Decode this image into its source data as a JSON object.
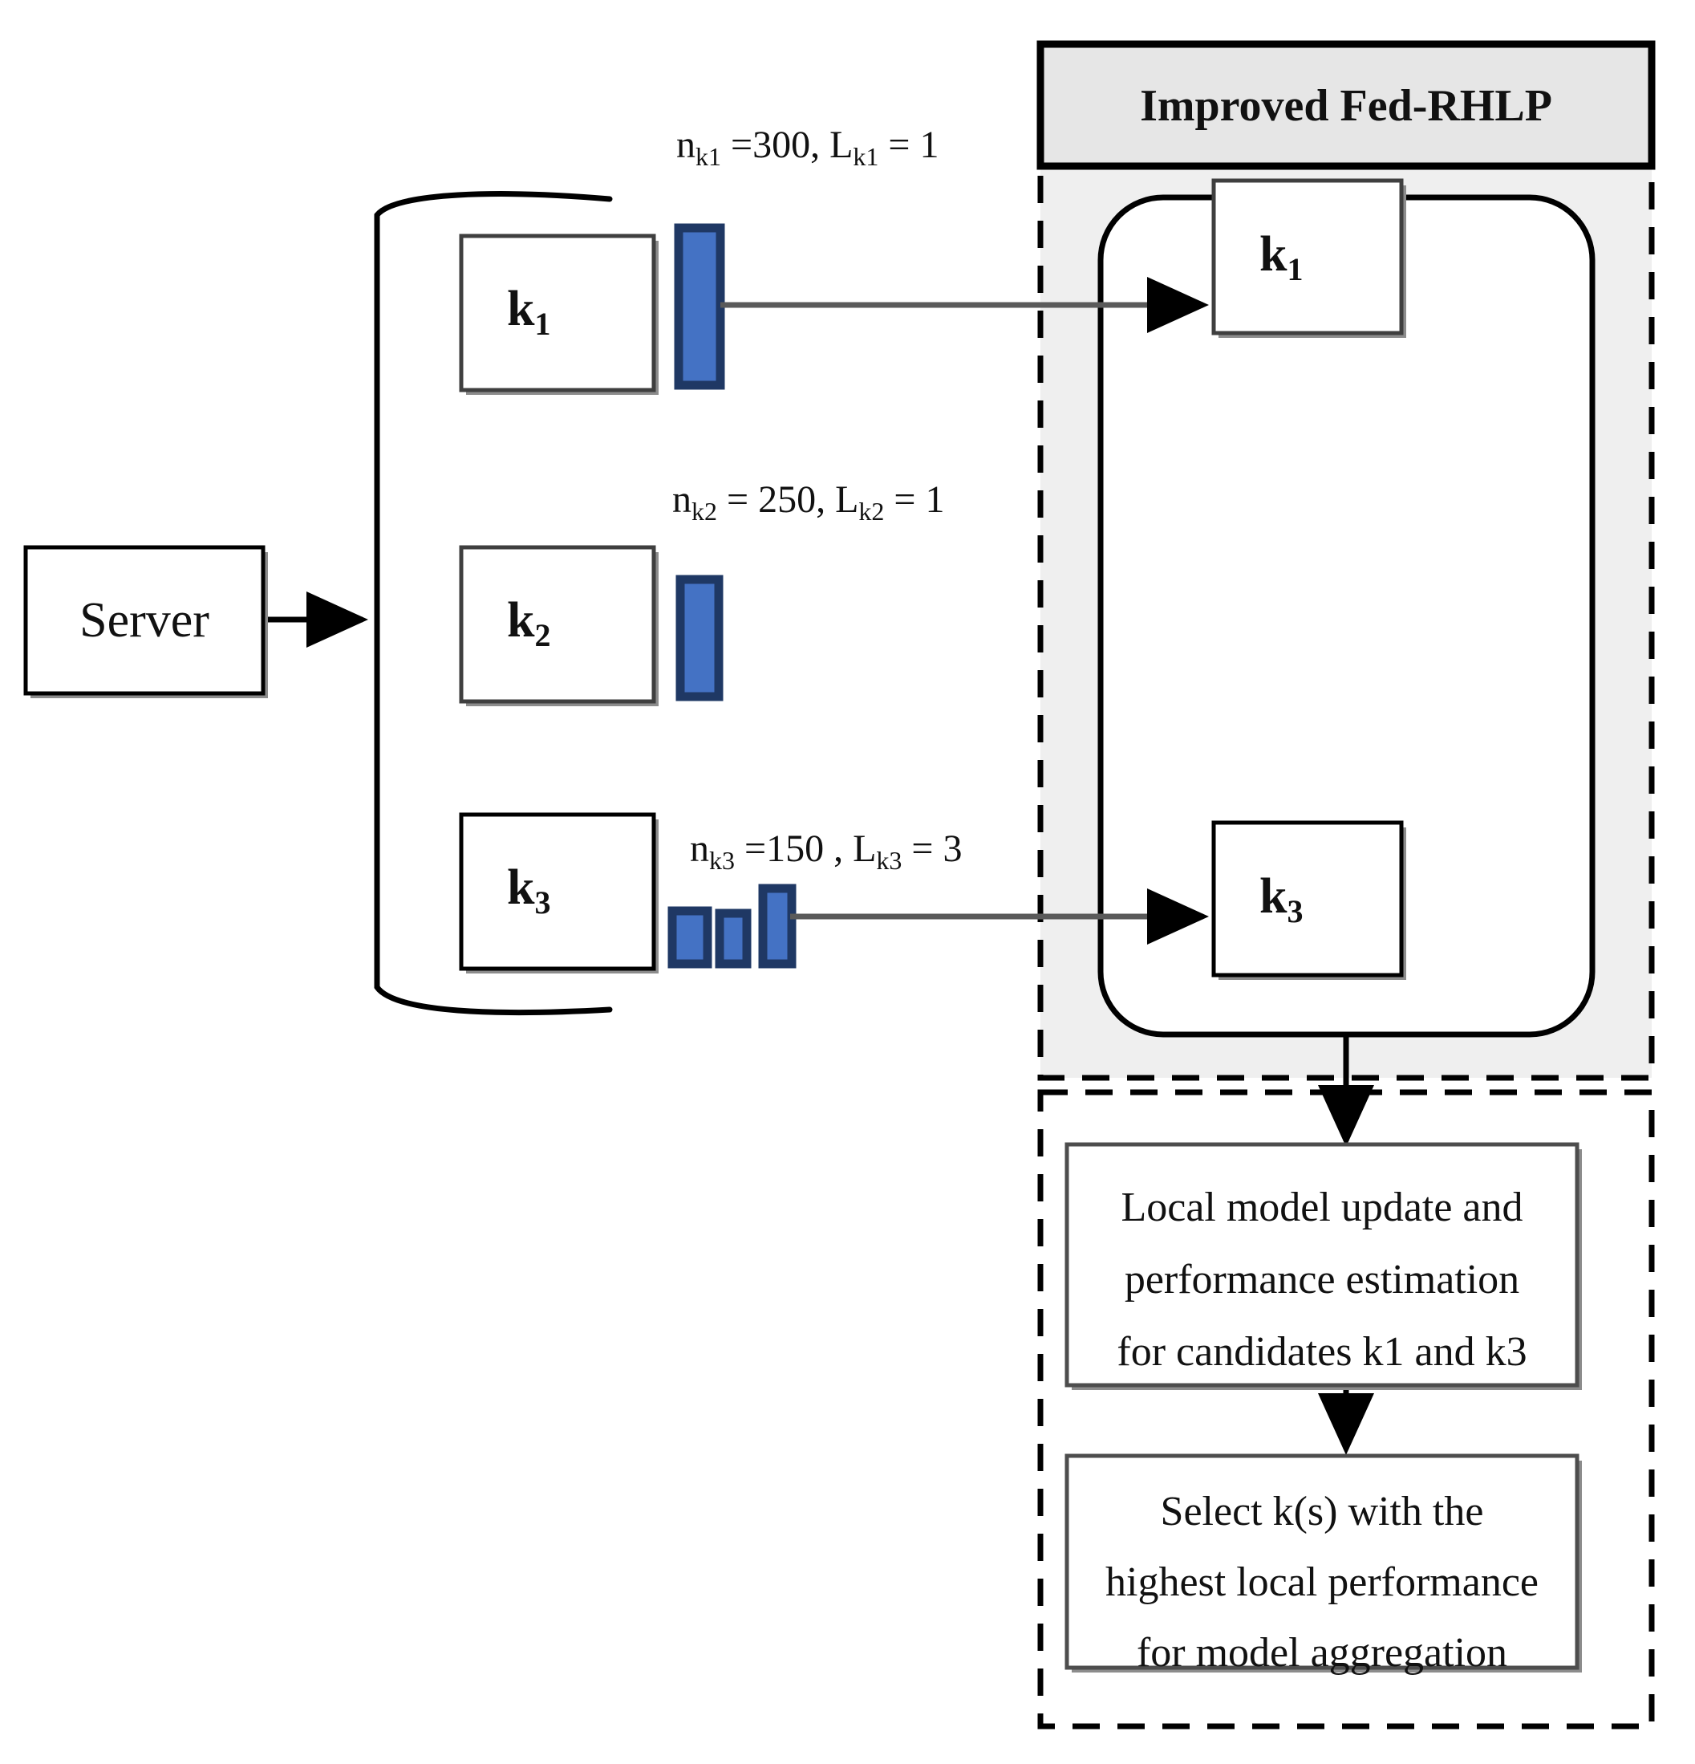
{
  "diagram": {
    "title": "Improved Fed-RHLP",
    "server": {
      "label": "Server"
    },
    "clients": [
      {
        "id": "k1",
        "base": "k",
        "sub": "1",
        "annotation": {
          "n_base": "n",
          "n_sub": "k1",
          "n_eq": " =300, ",
          "l_base": "L",
          "l_sub": "k1",
          "l_eq": " = 1",
          "full": "nk1 =300, Lk1 = 1"
        },
        "num_samples": 300,
        "num_layers": 1,
        "bars": [
          100
        ],
        "selected": true
      },
      {
        "id": "k2",
        "base": "k",
        "sub": "2",
        "annotation": {
          "n_base": "n",
          "n_sub": "k2",
          "n_eq": " = 250, ",
          "l_base": "L",
          "l_sub": "k2",
          "l_eq": " = 1",
          "full": "nk2 = 250, Lk2 = 1"
        },
        "num_samples": 250,
        "num_layers": 1,
        "bars": [
          76
        ],
        "selected": false
      },
      {
        "id": "k3",
        "base": "k",
        "sub": "3",
        "annotation": {
          "n_base": "n",
          "n_sub": "k3",
          "n_eq": " =150 , ",
          "l_base": "L",
          "l_sub": "k3",
          "l_eq": " = 3",
          "full": "nk3 =150 , Lk3 = 3"
        },
        "num_samples": 150,
        "num_layers": 3,
        "bars": [
          36,
          35,
          51
        ],
        "selected": true
      }
    ],
    "selected_clients": [
      {
        "id": "k1",
        "base": "k",
        "sub": "1"
      },
      {
        "id": "k3",
        "base": "k",
        "sub": "3"
      }
    ],
    "process_steps": [
      {
        "id": "local-update",
        "lines": [
          "Local model update and",
          "performance estimation",
          "for candidates k1 and k3"
        ]
      },
      {
        "id": "select-best",
        "lines": [
          "Select k(s) with the",
          "highest local performance",
          "for model aggregation"
        ]
      }
    ],
    "colors": {
      "bar_fill": "#4472c4",
      "bar_stroke": "#1f3864",
      "panel_bg": "#efefef",
      "title_bg": "#e6e6e6",
      "line": "#000000",
      "box_stroke": "#000000",
      "box_shadow": "#8c8c8c"
    }
  }
}
